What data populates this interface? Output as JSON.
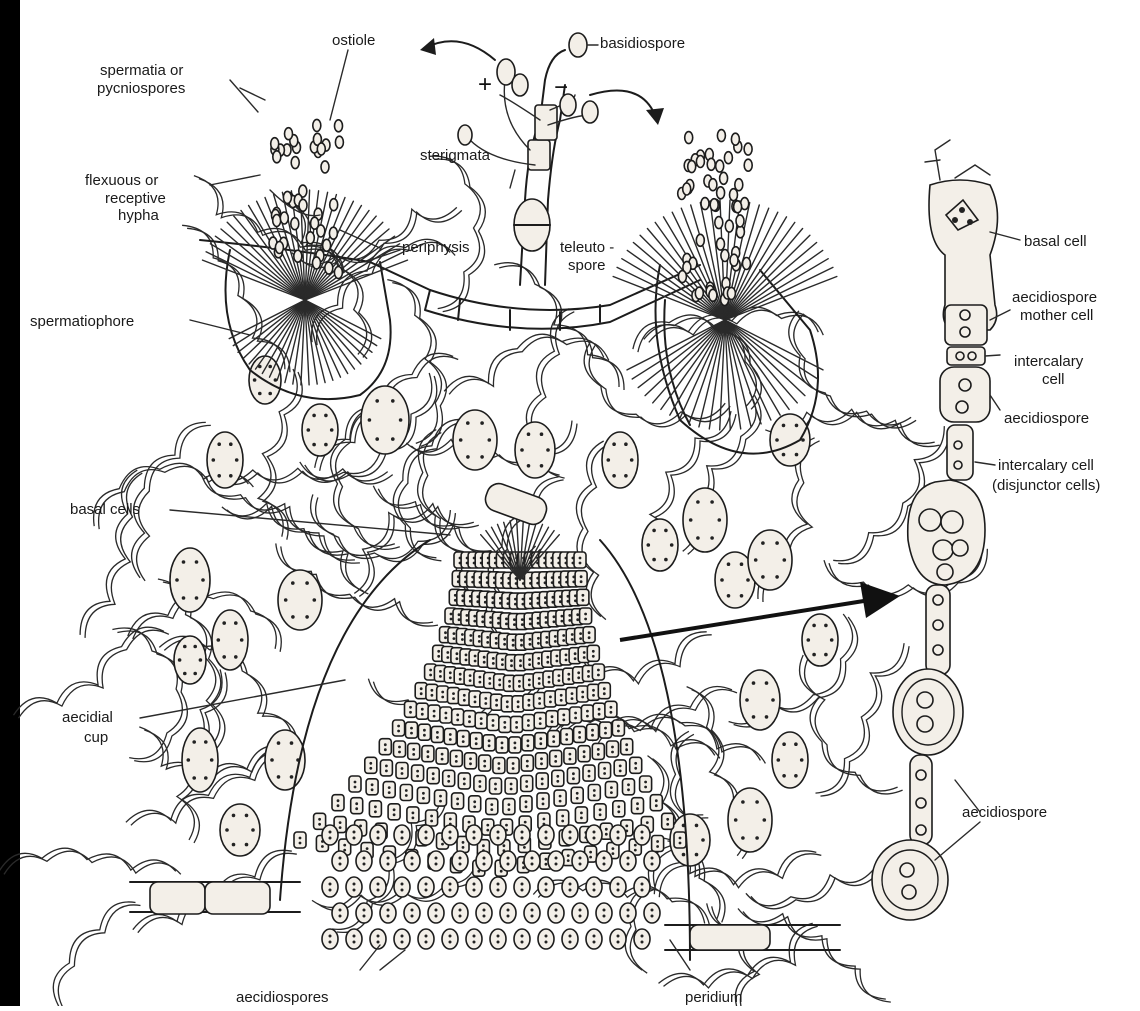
{
  "diagram": {
    "labels": {
      "ostiole": "ostiole",
      "basidiospore": "basidiospore",
      "spermatia": "spermatia or",
      "pycniospores": "pycniospores",
      "plus_sign": "+",
      "minus_sign": "−",
      "sterigmata": "sterigmata",
      "flexuous_1": "flexuous or",
      "flexuous_2": "receptive",
      "flexuous_3": "hypha",
      "periphysis": "periphysis",
      "teleuto_1": "teleuto -",
      "teleuto_2": "spore",
      "spermatiophore": "spermatiophore",
      "basal_cell": "basal cell",
      "aecidiospore_mother_1": "aecidiospore",
      "aecidiospore_mother_2": "mother cell",
      "intercalary_1": "intercalary",
      "intercalary_2": "cell",
      "aecidiospore_right": "aecidiospore",
      "intercalary_disj_1": "intercalary cell",
      "intercalary_disj_2": "(disjunctor cells)",
      "basal_cells": "basal cells",
      "aecidial_1": "aecidial",
      "aecidial_2": "cup",
      "aecidiospore_lower": "aecidiospore",
      "aecidiospores_bottom": "aecidiospores",
      "peridium": "peridium"
    }
  }
}
